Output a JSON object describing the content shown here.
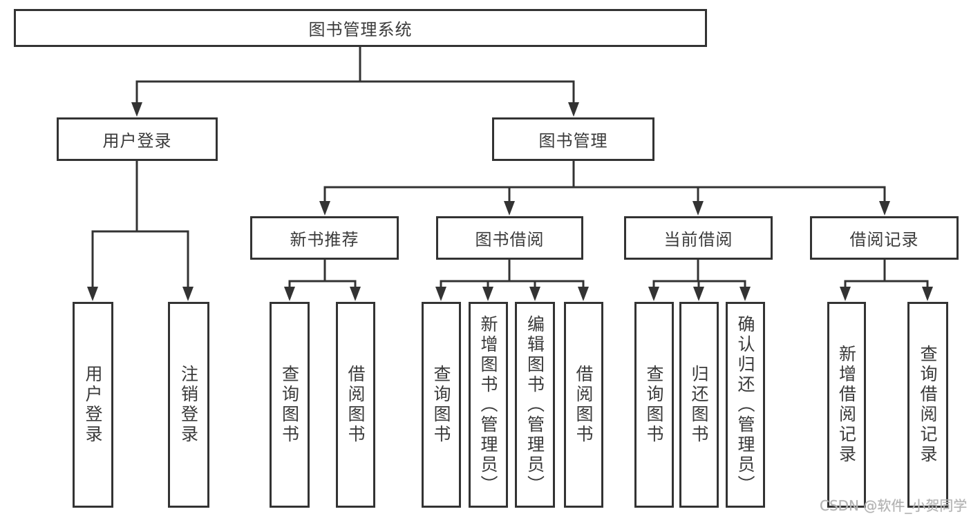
{
  "diagram": {
    "type": "functional-structure-tree",
    "colors": {
      "line": "#333333",
      "box_border": "#333333",
      "box_background": "#ffffff",
      "text": "#3a3a3a",
      "watermark": "#b2b2b2"
    },
    "nodes": {
      "root": "图书管理系统",
      "user_login": "用户登录",
      "book_mgmt": "图书管理",
      "new_book_rec": "新书推荐",
      "book_borrow": "图书借阅",
      "current_borrow": "当前借阅",
      "borrow_record": "借阅记录",
      "leaf_user_login": "用户登录",
      "leaf_logout": "注销登录",
      "leaf_nb_query": "查询图书",
      "leaf_nb_borrow": "借阅图书",
      "leaf_bb_query": "查询图书",
      "leaf_bb_add": "新增图书（管理员）",
      "leaf_bb_edit": "编辑图书（管理员）",
      "leaf_bb_borrow": "借阅图书",
      "leaf_cb_query": "查询图书",
      "leaf_cb_return": "归还图书",
      "leaf_cb_confirm": "确认归还（管理员）",
      "leaf_br_add": "新增借阅记录",
      "leaf_br_query": "查询借阅记录"
    },
    "hierarchy": {
      "root": "图书管理系统",
      "children": [
        {
          "label": "用户登录",
          "children": [
            "用户登录",
            "注销登录"
          ]
        },
        {
          "label": "图书管理",
          "children": [
            {
              "label": "新书推荐",
              "children": [
                "查询图书",
                "借阅图书"
              ]
            },
            {
              "label": "图书借阅",
              "children": [
                "查询图书",
                "新增图书（管理员）",
                "编辑图书（管理员）",
                "借阅图书"
              ]
            },
            {
              "label": "当前借阅",
              "children": [
                "查询图书",
                "归还图书",
                "确认归还（管理员）"
              ]
            },
            {
              "label": "借阅记录",
              "children": [
                "新增借阅记录",
                "查询借阅记录"
              ]
            }
          ]
        }
      ]
    },
    "watermark": "CSDN @软件_小贺同学"
  }
}
